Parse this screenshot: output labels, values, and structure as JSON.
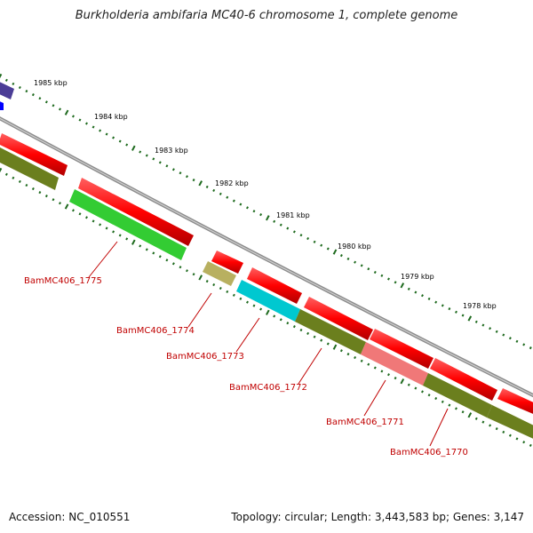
{
  "title": "Burkholderia ambifaria MC40-6 chromosome 1, complete genome",
  "footer": {
    "accession": "Accession: NC_010551",
    "topology": "Topology: circular; Length: 3,443,583 bp; Genes: 3,147"
  },
  "colors": {
    "backbone": "#8c8c8c",
    "forward_gene": "#ff0000",
    "reverse_dark": "#6b7f1e",
    "ticks": "#1e6a1e",
    "label": "#c00000"
  },
  "scale_labels": [
    "1985 kbp",
    "1984 kbp",
    "1983 kbp",
    "1982 kbp",
    "1981 kbp",
    "1980 kbp",
    "1979 kbp",
    "1978 kbp"
  ],
  "genes": [
    {
      "locus": "BamMC406_1775",
      "color": "#33cc33"
    },
    {
      "locus": "BamMC406_1774",
      "color": "#b8b060"
    },
    {
      "locus": "BamMC406_1773",
      "color": "#00c8d0"
    },
    {
      "locus": "BamMC406_1772",
      "color": "#6b7f1e"
    },
    {
      "locus": "BamMC406_1771",
      "color": "#f07878"
    },
    {
      "locus": "BamMC406_1770",
      "color": "#6b7f1e"
    }
  ]
}
